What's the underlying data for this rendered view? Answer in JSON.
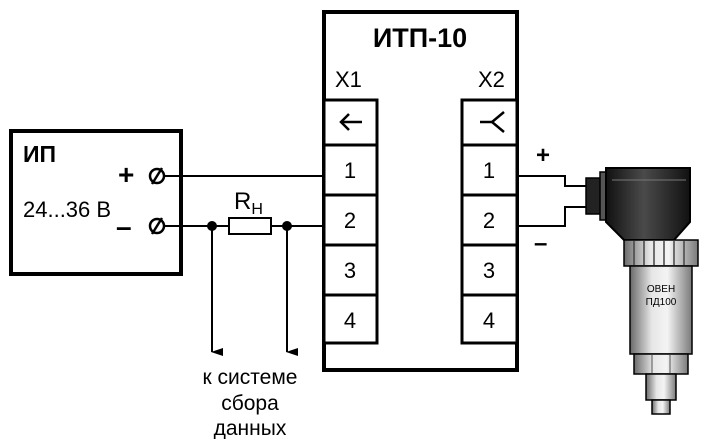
{
  "power_supply": {
    "title": "ИП",
    "voltage": "24...36 В",
    "plus_sign": "+",
    "minus_sign": "–"
  },
  "resistor": {
    "label_main": "R",
    "label_sub": "Н"
  },
  "converter": {
    "title": "ИТП-10",
    "left_connector": {
      "name": "X1",
      "terminals": [
        "1",
        "2",
        "3",
        "4"
      ]
    },
    "right_connector": {
      "name": "X2",
      "terminals": [
        "1",
        "2",
        "3",
        "4"
      ]
    }
  },
  "sensor": {
    "plus_sign": "+",
    "minus_sign": "–",
    "brand_line1": "ОВЕН",
    "brand_line2": "ПД100"
  },
  "data_system": {
    "line1": "к системе",
    "line2": "сбора",
    "line3": "данных"
  }
}
